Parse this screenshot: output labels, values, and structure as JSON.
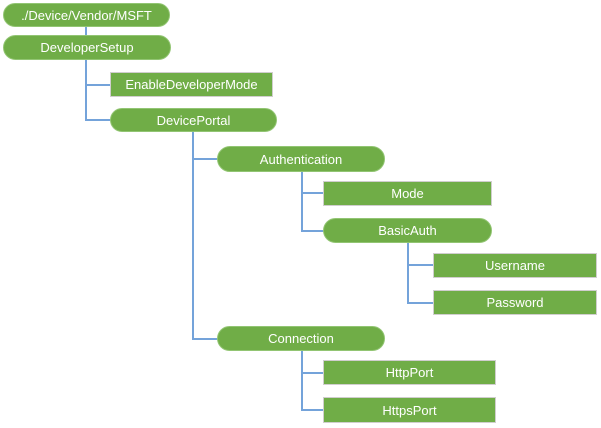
{
  "diagram": {
    "type": "tree",
    "description_nodes": [
      {
        "id": "root",
        "label": "./Device/Vendor/MSFT",
        "shape": "pill",
        "parent": null
      },
      {
        "id": "developer-setup",
        "label": "DeveloperSetup",
        "shape": "pill",
        "parent": "root"
      },
      {
        "id": "enable-developer-mode",
        "label": "EnableDeveloperMode",
        "shape": "rect",
        "parent": "developer-setup"
      },
      {
        "id": "device-portal",
        "label": "DevicePortal",
        "shape": "pill",
        "parent": "developer-setup"
      },
      {
        "id": "authentication",
        "label": "Authentication",
        "shape": "pill",
        "parent": "device-portal"
      },
      {
        "id": "mode",
        "label": "Mode",
        "shape": "rect",
        "parent": "authentication"
      },
      {
        "id": "basic-auth",
        "label": "BasicAuth",
        "shape": "pill",
        "parent": "authentication"
      },
      {
        "id": "username",
        "label": "Username",
        "shape": "rect",
        "parent": "basic-auth"
      },
      {
        "id": "password",
        "label": "Password",
        "shape": "rect",
        "parent": "basic-auth"
      },
      {
        "id": "connection",
        "label": "Connection",
        "shape": "pill",
        "parent": "device-portal"
      },
      {
        "id": "http-port",
        "label": "HttpPort",
        "shape": "rect",
        "parent": "connection"
      },
      {
        "id": "https-port",
        "label": "HttpsPort",
        "shape": "rect",
        "parent": "connection"
      }
    ],
    "nodes": {
      "root": {
        "label": "./Device/Vendor/MSFT"
      },
      "developer_setup": {
        "label": "DeveloperSetup"
      },
      "enable_developer_mode": {
        "label": "EnableDeveloperMode"
      },
      "device_portal": {
        "label": "DevicePortal"
      },
      "authentication": {
        "label": "Authentication"
      },
      "mode": {
        "label": "Mode"
      },
      "basic_auth": {
        "label": "BasicAuth"
      },
      "username": {
        "label": "Username"
      },
      "password": {
        "label": "Password"
      },
      "connection": {
        "label": "Connection"
      },
      "http_port": {
        "label": "HttpPort"
      },
      "https_port": {
        "label": "HttpsPort"
      }
    },
    "colors": {
      "node_fill": "#70AD47",
      "pill_border": "#92C573",
      "rect_border": "#D0CECE",
      "connector": "#74A3DA",
      "text": "#FFFFFF",
      "background": "#FFFFFF"
    }
  }
}
